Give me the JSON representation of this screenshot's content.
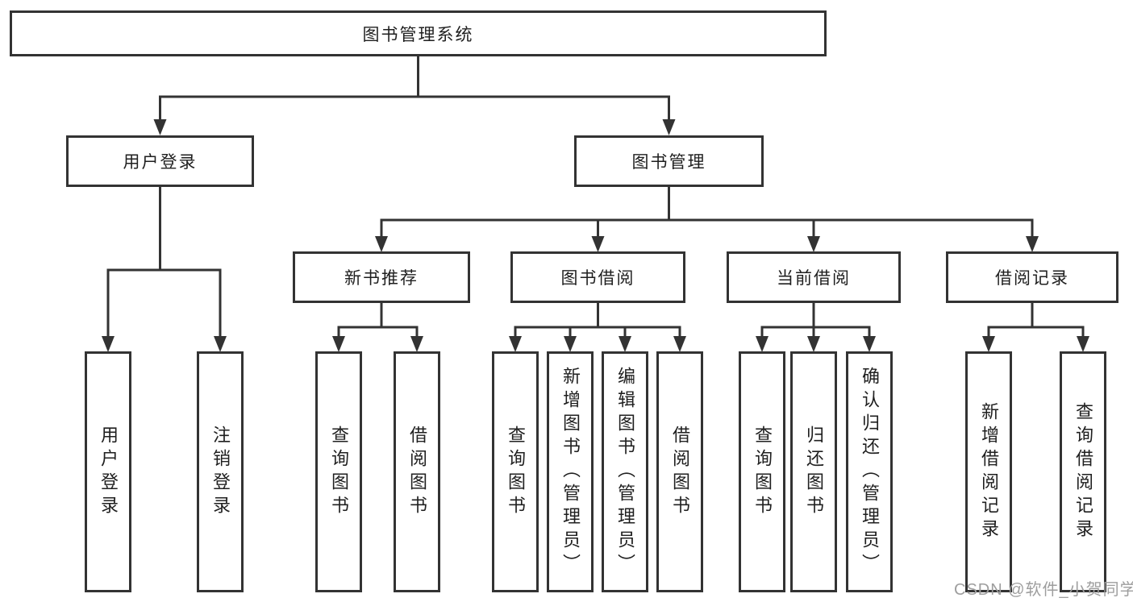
{
  "tree": {
    "label": "图书管理系统",
    "children": [
      {
        "label": "用户登录",
        "children": [
          {
            "label": "用户登录"
          },
          {
            "label": "注销登录"
          }
        ]
      },
      {
        "label": "图书管理",
        "children": [
          {
            "label": "新书推荐",
            "children": [
              {
                "label": "查询图书"
              },
              {
                "label": "借阅图书"
              }
            ]
          },
          {
            "label": "图书借阅",
            "children": [
              {
                "label": "查询图书"
              },
              {
                "label": "新增图书（管理员）"
              },
              {
                "label": "编辑图书（管理员）"
              },
              {
                "label": "借阅图书"
              }
            ]
          },
          {
            "label": "当前借阅",
            "children": [
              {
                "label": "查询图书"
              },
              {
                "label": "归还图书"
              },
              {
                "label": "确认归还（管理员）"
              }
            ]
          },
          {
            "label": "借阅记录",
            "children": [
              {
                "label": "新增借阅记录"
              },
              {
                "label": "查询借阅记录"
              }
            ]
          }
        ]
      }
    ]
  },
  "watermark": {
    "text": "CSDN @软件_小贺同学"
  },
  "colors": {
    "line": "#333333",
    "box_border": "#333333",
    "text": "#1f1f1f",
    "watermark": "#9e9e9e",
    "background": "#ffffff"
  }
}
